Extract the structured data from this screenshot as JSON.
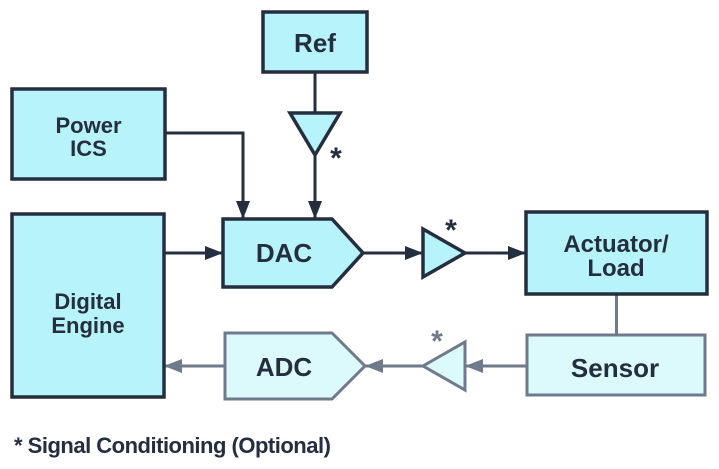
{
  "diagram": {
    "nodes": {
      "ref": {
        "label": "Ref"
      },
      "power_ics": {
        "lines": [
          "Power",
          "ICS"
        ]
      },
      "digital_engine": {
        "lines": [
          "Digital",
          "Engine"
        ]
      },
      "dac": {
        "label": "DAC"
      },
      "adc": {
        "label": "ADC"
      },
      "actuator_load": {
        "lines": [
          "Actuator/",
          "Load"
        ]
      },
      "sensor": {
        "label": "Sensor"
      }
    },
    "annotations": {
      "signal_conditioning_marker": "*",
      "footnote": "* Signal Conditioning (Optional)"
    },
    "colors": {
      "primary_fill": "#b7f3fa",
      "secondary_fill": "#dcf9fc",
      "primary_stroke": "#242e3f",
      "secondary_stroke": "#6f7a8a",
      "text": "#242e3f",
      "background": "#ffffff"
    }
  }
}
